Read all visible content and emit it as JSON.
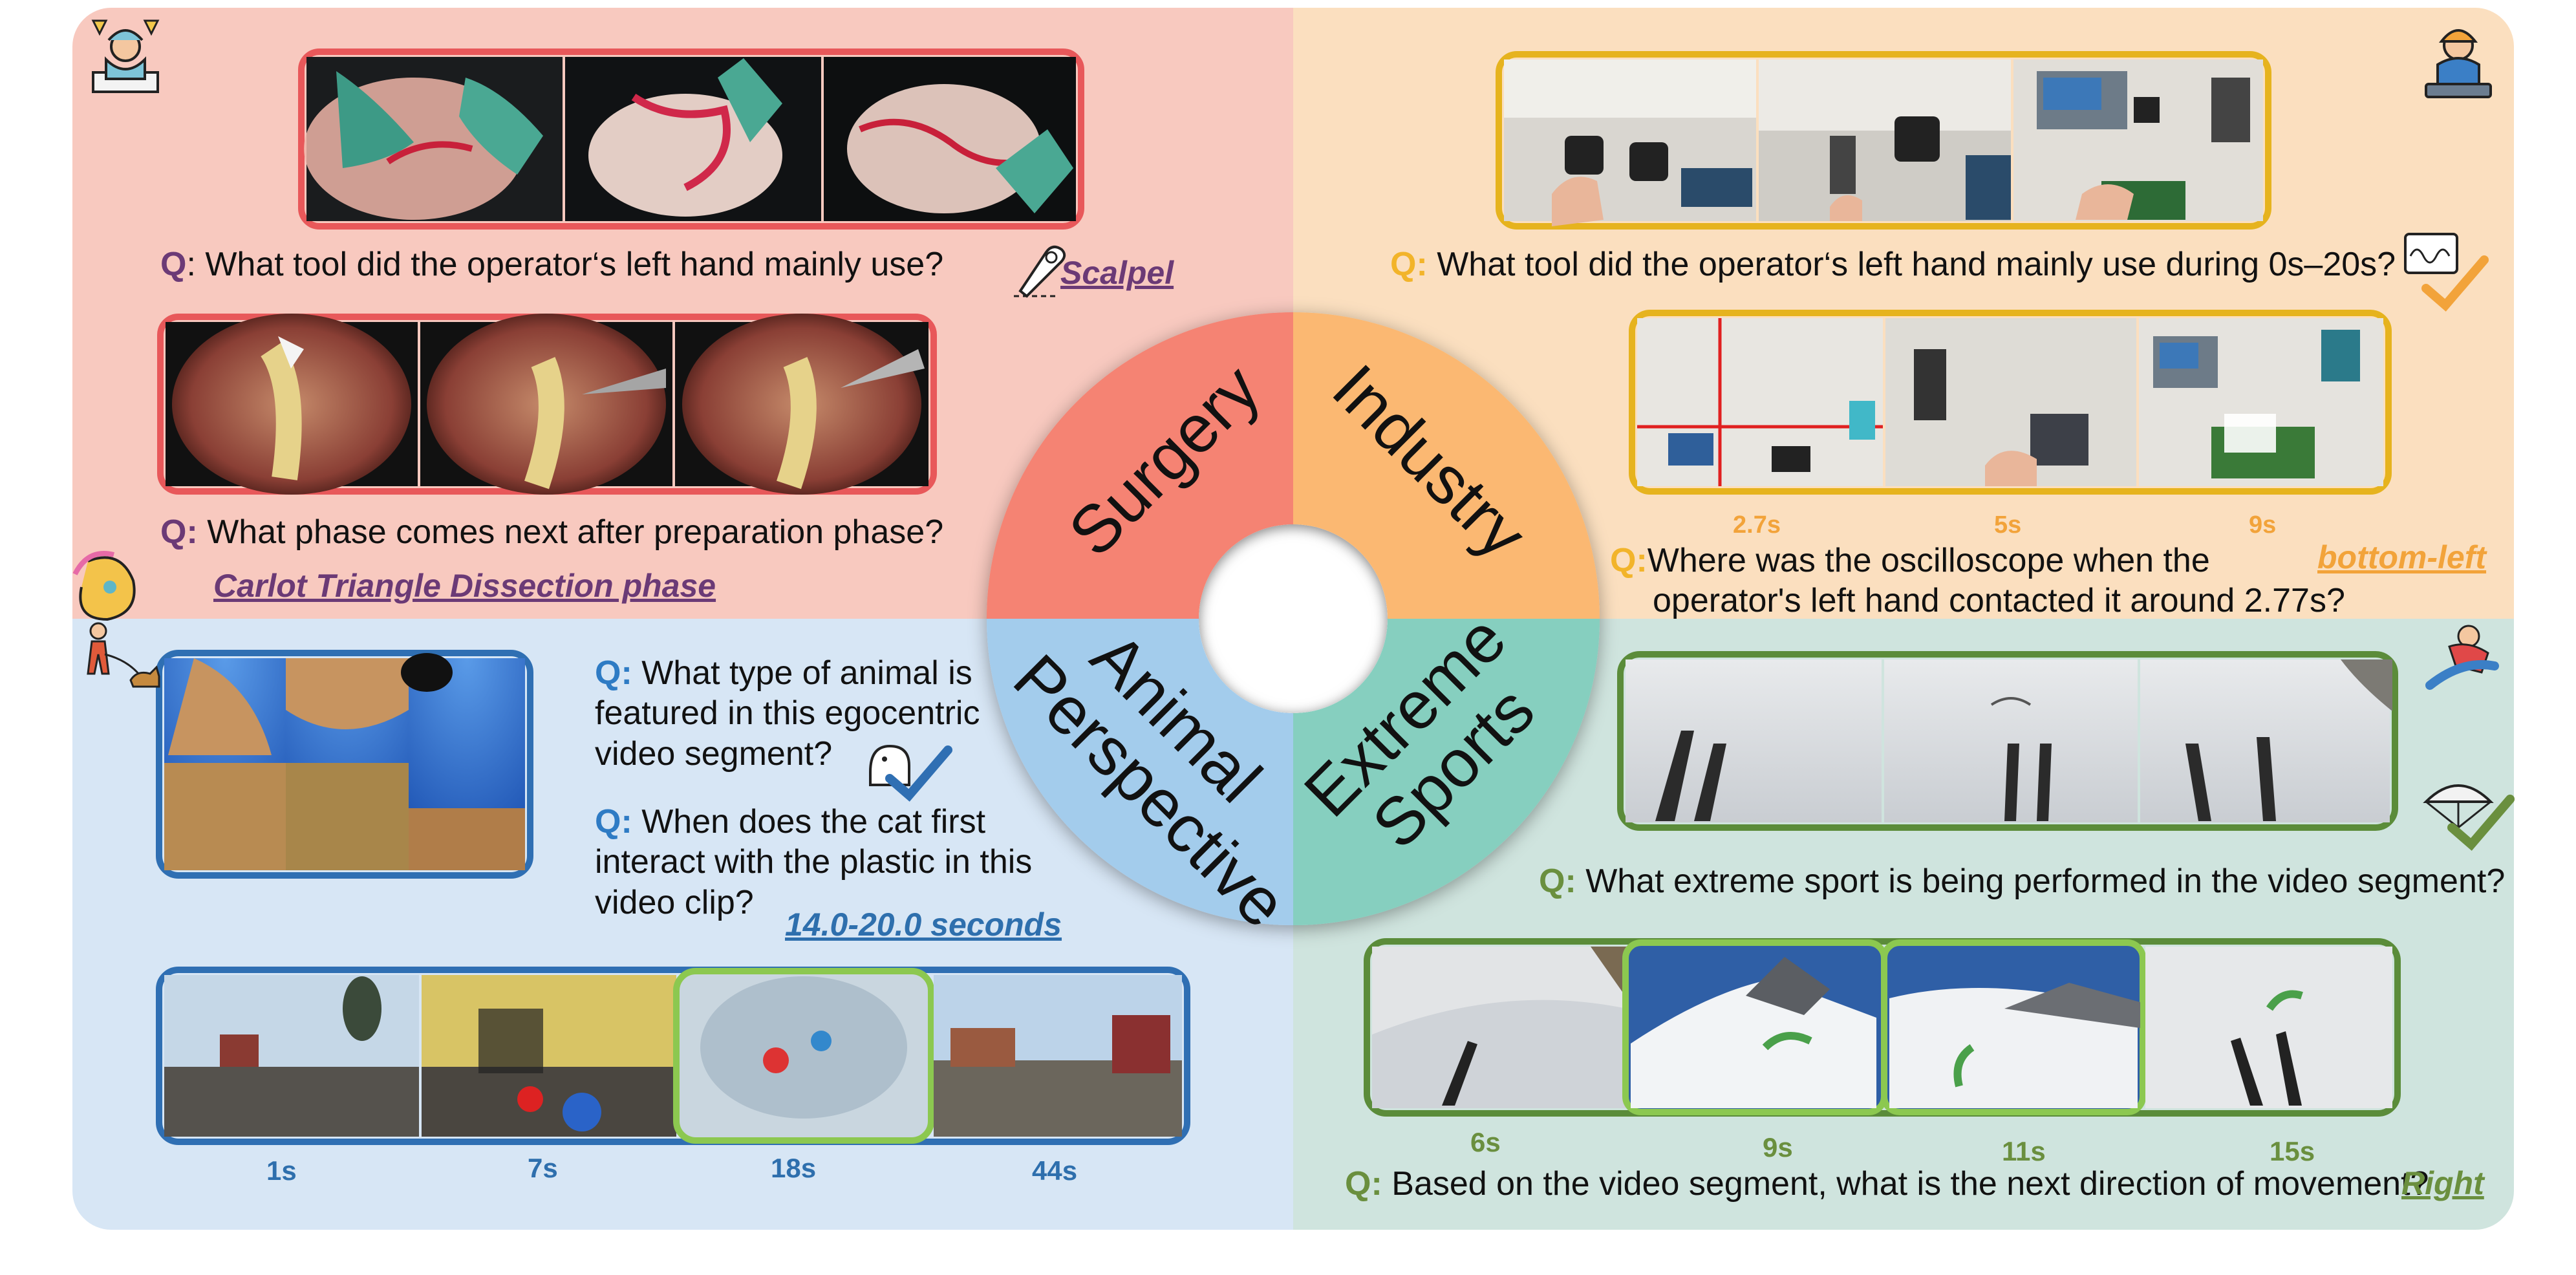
{
  "colors": {
    "surgery_bg": "#f8c9bf",
    "industry_bg": "#fbdfbf",
    "animal_bg": "#d7e6f5",
    "sports_bg": "#cfe4de",
    "surgery_wheel": "#f58373",
    "industry_wheel": "#fbb872",
    "animal_wheel": "#a3ccec",
    "sports_wheel": "#86cfbf",
    "surgery_accent": "#6b3a76",
    "industry_accent": "#f2a33a",
    "animal_accent": "#2e6fad",
    "sports_accent": "#6a8f3e"
  },
  "wheel": {
    "surgery": "Surgery",
    "industry": "Industry",
    "animal_line1": "Animal",
    "animal_line2": "Perspective",
    "sports_line1": "Extreme",
    "sports_line2": "Sports"
  },
  "surgery": {
    "q_prefix_1": "Q",
    "q1": ": What tool did the operator‘s left hand mainly use?",
    "a1": "Scalpel",
    "q_prefix_2": "Q:",
    "q2": " What phase comes next after preparation phase?",
    "a2": "Carlot Triangle Dissection phase",
    "icons": [
      "surgeon-icon",
      "scalpel-icon",
      "gallbladder-icon"
    ]
  },
  "industry": {
    "q_prefix_1": "Q:",
    "q1": " What tool did the operator‘s left hand mainly use during 0s–20s?",
    "timestamps": [
      "2.7s",
      "5s",
      "9s"
    ],
    "q_prefix_2": "Q:",
    "q2_line1": "Where was the oscilloscope when the",
    "q2_line2": "operator's left hand contacted it around 2.77s?",
    "a2": "bottom-left",
    "icons": [
      "worker-icon",
      "oscilloscope-check-icon"
    ]
  },
  "animal": {
    "q_prefix_1": "Q:",
    "q1_line1": "What type of animal is",
    "q1_line2": "featured in this egocentric",
    "q1_line3": "video segment?",
    "q_prefix_2": "Q:",
    "q2_line1": "When does the cat first",
    "q2_line2": "interact with the plastic in this",
    "q2_line3": "video clip?",
    "a2": "14.0-20.0 seconds",
    "timestamps": [
      "1s",
      "7s",
      "18s",
      "44s"
    ],
    "icons": [
      "dog-walker-icon",
      "dog-check-icon"
    ]
  },
  "sports": {
    "q_prefix_1": "Q:",
    "q1": " What extreme sport is being performed in the video segment?",
    "timestamps": [
      "6s",
      "9s",
      "11s",
      "15s"
    ],
    "q_prefix_2": "Q:",
    "q2": " Based on the video segment, what is the next direction of movement?",
    "a2": "Right",
    "icons": [
      "snowboarder-icon",
      "parachute-check-icon"
    ]
  }
}
